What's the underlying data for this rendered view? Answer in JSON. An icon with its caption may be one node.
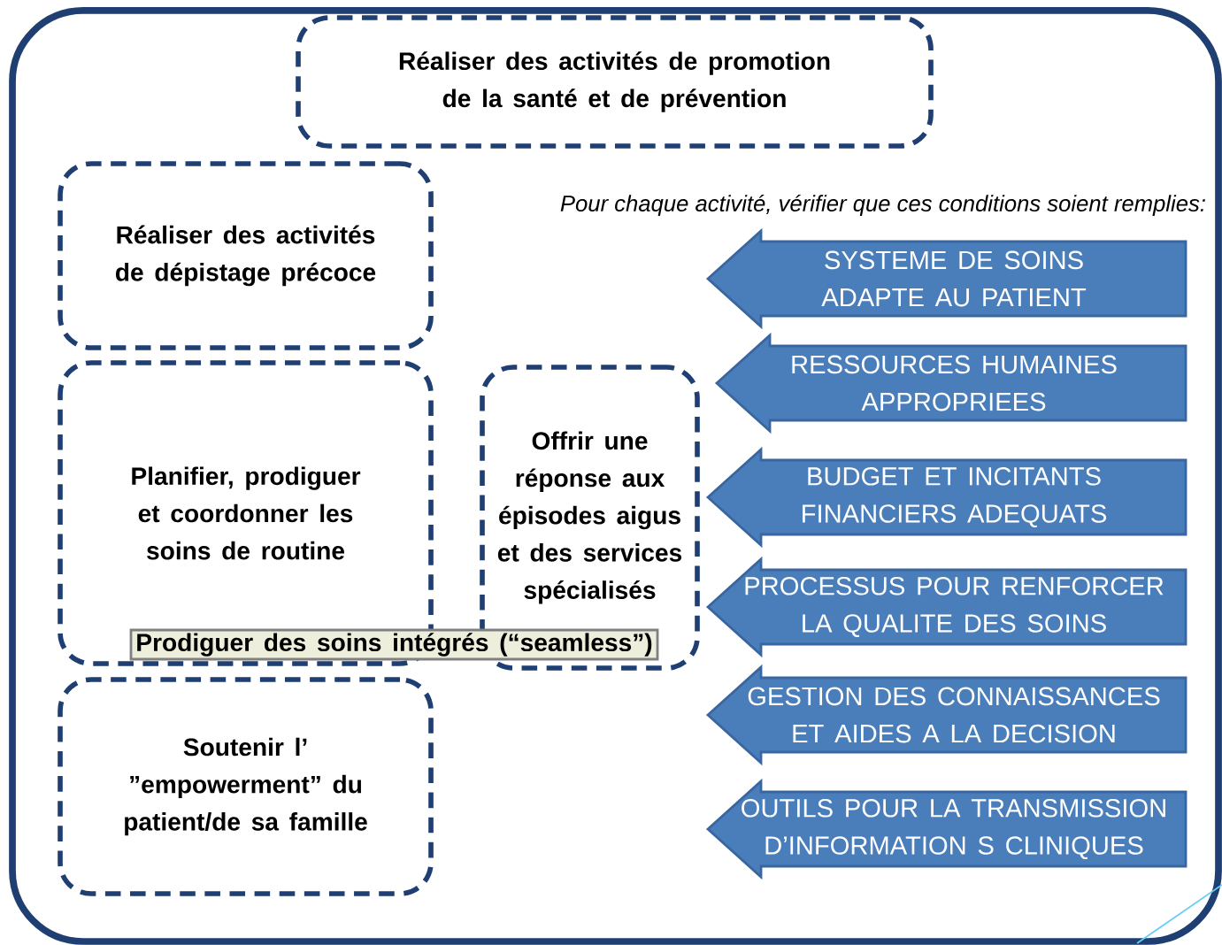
{
  "diagram": {
    "nodes": [
      {
        "text": [
          "Réaliser des activités de promotion de la santé et de prévention"
        ]
      },
      {
        "text": [
          "Réaliser des activités de dépistage précoce"
        ]
      },
      {
        "text": [
          "Planifier, prodiguer et coordonner les soins de routine"
        ]
      },
      {
        "text": [
          "Offrir une réponse aux épisodes aigus et des services spécialisés"
        ]
      },
      {
        "text": [
          "Prodiguer des soins intégrés (“seamless”)"
        ]
      },
      {
        "text": [
          "Soutenir l’ ”empowerment” du patient/de sa famille"
        ]
      },
      {
        "text": [
          "SYSTEME DE SOINS ADAPTE AU PATIENT"
        ]
      },
      {
        "text": [
          "RESSOURCES HUMAINES APPROPRIEES"
        ]
      },
      {
        "text": [
          "BUDGET ET INCITANTS FINANCIERS ADEQUATS"
        ]
      },
      {
        "text": [
          "PROCESSUS POUR RENFORCER LA QUALITE DES SOINS"
        ]
      },
      {
        "text": [
          "GESTION DES CONNAISSANCES ET AIDES A LA DECISION"
        ]
      },
      {
        "text": [
          "OUTILS POUR LA TRANSMISSION D’INFORMATION S CLINIQUES"
        ]
      }
    ],
    "labels": [
      "Pour chaque activité, vérifier que ces conditions soient remplies:"
    ]
  }
}
